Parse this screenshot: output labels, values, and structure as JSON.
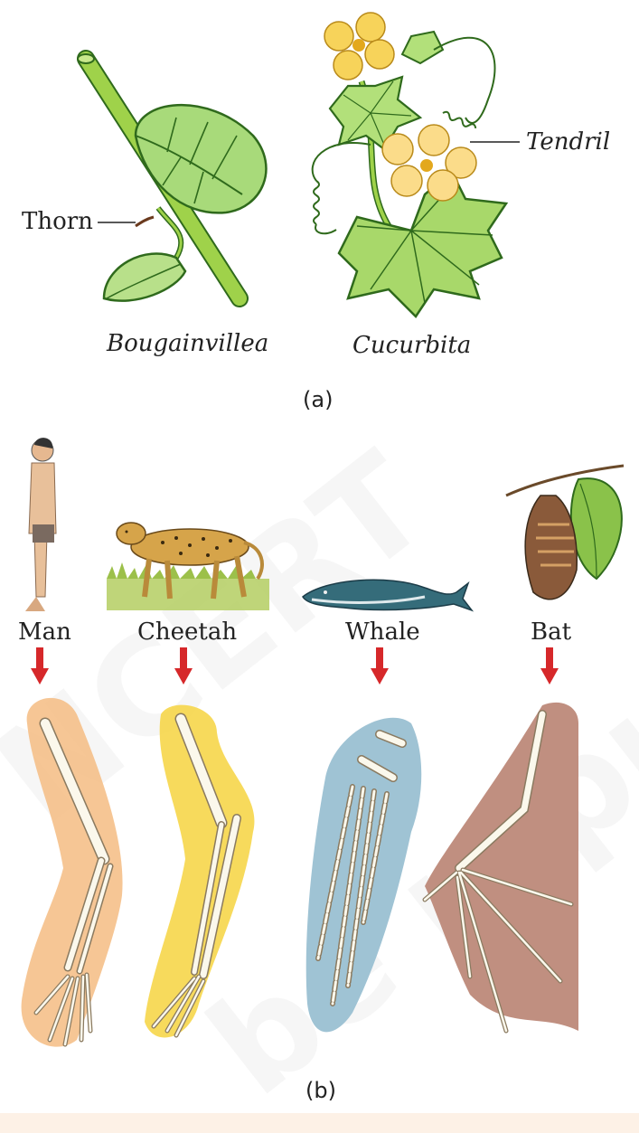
{
  "panel_a": {
    "labels": {
      "thorn": "Thorn",
      "tendril": "Tendril",
      "bougainvillea": "Bougainvillea",
      "cucurbita": "Cucurbita"
    },
    "caption": "(a)"
  },
  "panel_b": {
    "animals": [
      {
        "label": "Man"
      },
      {
        "label": "Cheetah"
      },
      {
        "label": "Whale"
      },
      {
        "label": "Bat"
      }
    ],
    "caption": "(b)"
  },
  "colors": {
    "plant_green": "#9fd24a",
    "plant_dark": "#2f6a1c",
    "flower_yellow": "#f7d35a",
    "arrow_red": "#d6282a",
    "man_limb_bg": "#f5c08a",
    "cheetah_limb_bg": "#f6d64a",
    "whale_limb_bg": "#9fc3d4",
    "bat_limb_bg": "#c08f80",
    "bone": "#fbf8ec",
    "footer": "#fdf1e6"
  },
  "watermark_icon": "ncert-watermark-icon"
}
